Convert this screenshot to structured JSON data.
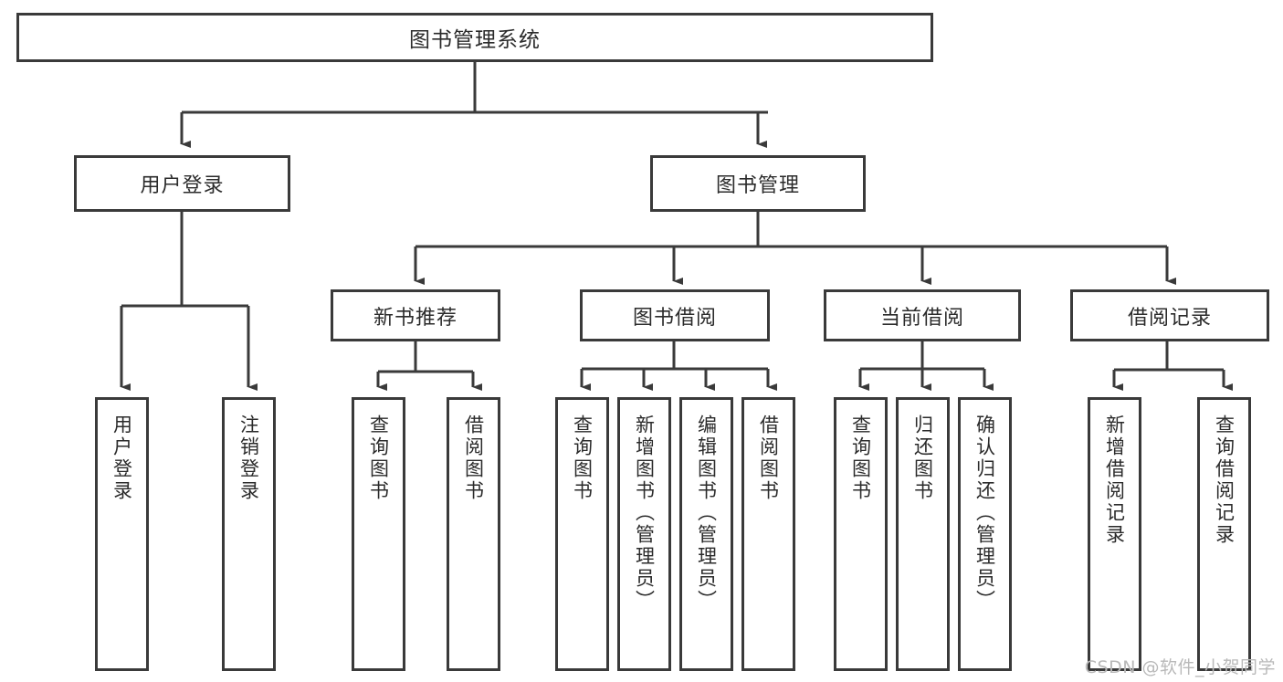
{
  "diagram": {
    "title": "图书管理系统",
    "type": "hierarchy-tree",
    "stroke_color": "#3a3a3a",
    "text_color": "#2b2b2b",
    "background": "#ffffff",
    "watermark": "CSDN @软件_小贺同学",
    "root": {
      "label": "图书管理系统"
    },
    "level2": [
      {
        "label": "用户登录"
      },
      {
        "label": "图书管理"
      }
    ],
    "level3": [
      {
        "label": "新书推荐"
      },
      {
        "label": "图书借阅"
      },
      {
        "label": "当前借阅"
      },
      {
        "label": "借阅记录"
      }
    ],
    "leaves": {
      "user_login": [
        {
          "label": "用户登录"
        },
        {
          "label": "注销登录"
        }
      ],
      "new_book": [
        {
          "label": "查询图书"
        },
        {
          "label": "借阅图书"
        }
      ],
      "book_borrow": [
        {
          "label": "查询图书"
        },
        {
          "label": "新增图书（管理员）"
        },
        {
          "label": "编辑图书（管理员）"
        },
        {
          "label": "借阅图书"
        }
      ],
      "current_borrow": [
        {
          "label": "查询图书"
        },
        {
          "label": "归还图书"
        },
        {
          "label": "确认归还（管理员）"
        }
      ],
      "borrow_record": [
        {
          "label": "新增借阅记录"
        },
        {
          "label": "查询借阅记录"
        }
      ]
    }
  }
}
